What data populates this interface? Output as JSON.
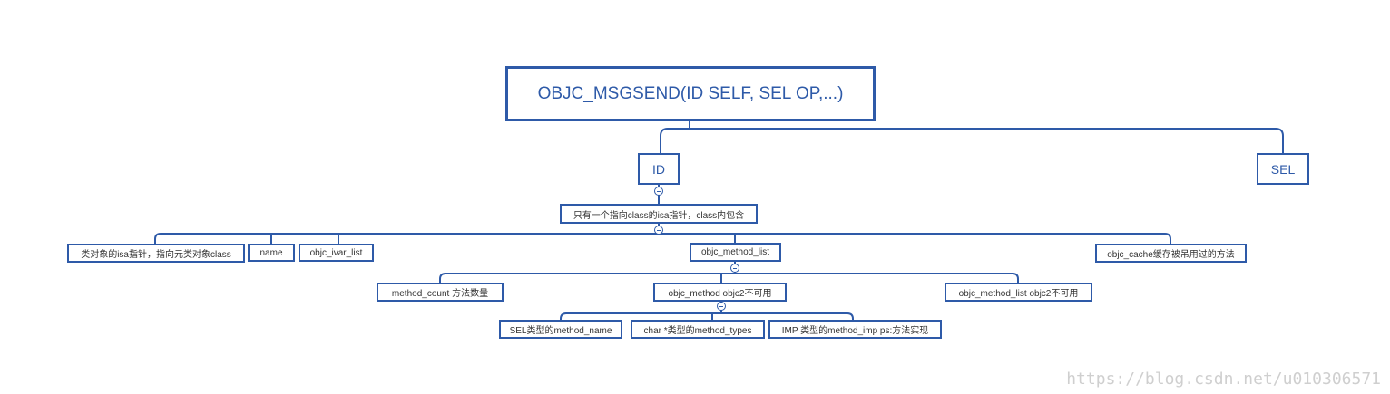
{
  "diagram": {
    "root": "OBJC_MSGSEND(ID SELF, SEL OP,...)",
    "id_node": "ID",
    "sel_node": "SEL",
    "isa_note": "只有一个指向class的isa指针，class内包含",
    "class_children": {
      "isa_meta": "类对象的isa指针，指向元类对象class",
      "name": "name",
      "ivar_list": "objc_ivar_list",
      "method_list": "objc_method_list",
      "cache": "objc_cache缓存被吊用过的方法"
    },
    "method_list_children": {
      "count": "method_count 方法数量",
      "method": "objc_method objc2不可用",
      "list": "objc_method_list objc2不可用"
    },
    "method_children": {
      "name": "SEL类型的method_name",
      "types": "char *类型的method_types",
      "imp": "IMP 类型的method_imp ps:方法实现"
    }
  },
  "watermark": "https://blog.csdn.net/u010306571",
  "colors": {
    "line": "#2e5aa8",
    "text": "#2e5aa8"
  }
}
